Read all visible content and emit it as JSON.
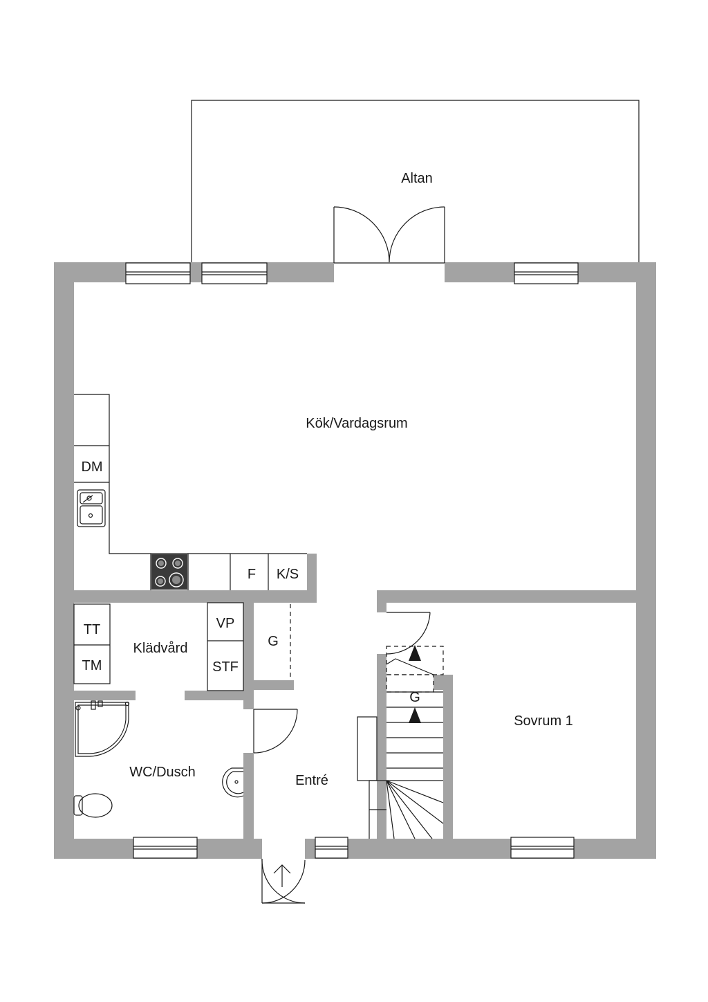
{
  "rooms": {
    "altan": "Altan",
    "kok_vardagsrum": "Kök/Vardagsrum",
    "kladvard": "Klädvård",
    "wc_dusch": "WC/Dusch",
    "entre": "Entré",
    "sovrum_1": "Sovrum 1"
  },
  "fixtures": {
    "dm": "DM",
    "f": "F",
    "ks": "K/S",
    "tt": "TT",
    "tm": "TM",
    "vp": "VP",
    "stf": "STF",
    "g_closet": "G",
    "g_stair": "G"
  },
  "colors": {
    "wall": "#a3a3a3",
    "line": "#1a1a1a",
    "stove": "#3a3a3a"
  }
}
